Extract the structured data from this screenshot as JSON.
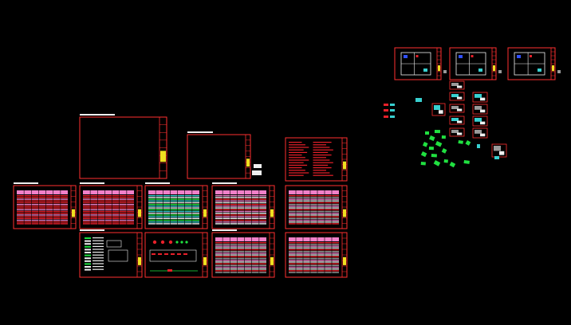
{
  "app": {
    "view": "model-space",
    "background_color": "#000000"
  },
  "colors": {
    "frame": "#ff3030",
    "title_block": "#ff3030",
    "fill_red": "#e8202a",
    "fill_pink": "#f080c8",
    "fill_cyan": "#38d0d0",
    "fill_green": "#20e040",
    "fill_white": "#f0f0f0",
    "fill_gray": "#9a9a9a",
    "fill_blue": "#3050ff",
    "fill_yellow": "#f0e020"
  },
  "sheets": [
    {
      "id": "cover-blank",
      "kind": "blank"
    },
    {
      "id": "notes-blank",
      "kind": "blank"
    },
    {
      "id": "design-notes",
      "kind": "text-notes"
    },
    {
      "id": "schedule-1",
      "kind": "table-red"
    },
    {
      "id": "schedule-2",
      "kind": "table-red"
    },
    {
      "id": "schedule-3",
      "kind": "table-cyan"
    },
    {
      "id": "schedule-4",
      "kind": "table-pink"
    },
    {
      "id": "schedule-5",
      "kind": "table-mixed"
    },
    {
      "id": "legend-sheet",
      "kind": "legend"
    },
    {
      "id": "detail-sheet",
      "kind": "details"
    },
    {
      "id": "schedule-6",
      "kind": "table-mixed"
    },
    {
      "id": "schedule-7",
      "kind": "table-mixed"
    },
    {
      "id": "floor-plan-1",
      "kind": "plan"
    },
    {
      "id": "floor-plan-2",
      "kind": "plan"
    },
    {
      "id": "floor-plan-3",
      "kind": "plan"
    }
  ]
}
